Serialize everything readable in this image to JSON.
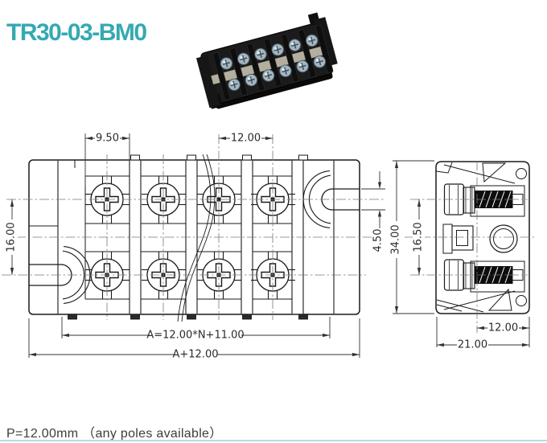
{
  "title": "TR30-03-BM0",
  "footer": {
    "note": "P=12.00mm （any poles available）"
  },
  "drawing": {
    "front_view": {
      "dim_end_width": "9.50",
      "dim_pitch": "12.00",
      "dim_slot_span": "16.00",
      "dim_slot_width": "4.50",
      "dim_inner_length": "A=12.00*N+11.00",
      "dim_total_length": "A+12.00"
    },
    "side_view": {
      "dim_height": "34.00",
      "dim_screw_span": "16.50",
      "dim_depth": "12.00",
      "dim_width": "21.00"
    }
  },
  "colors": {
    "accent": "#35a9b3",
    "footer_line": "#b2dde2",
    "drawing_line": "#1a1a1a"
  }
}
